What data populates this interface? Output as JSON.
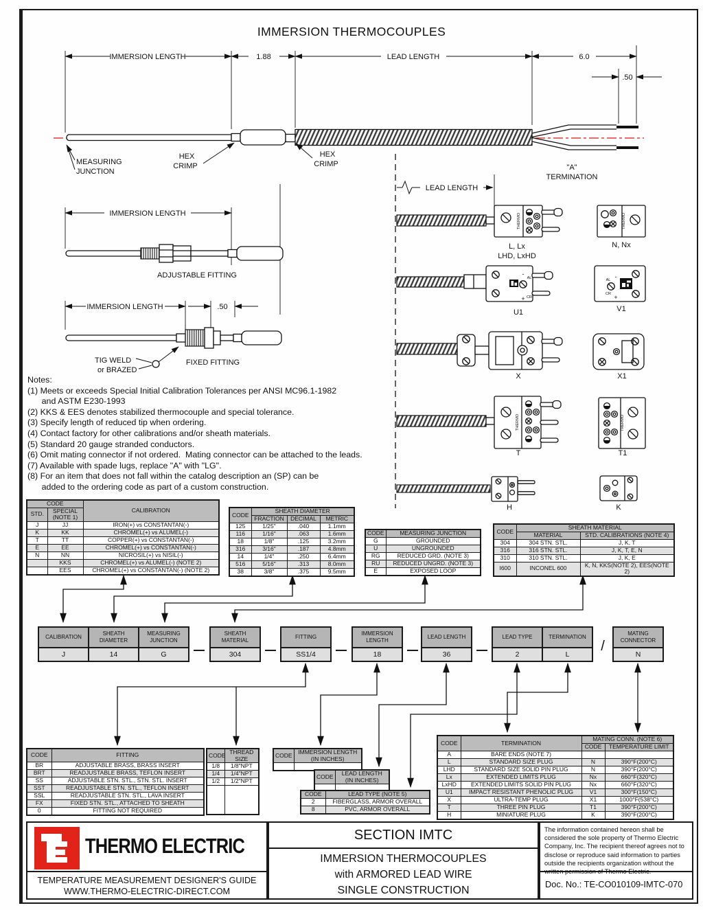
{
  "title": "IMMERSION THERMOCOUPLES",
  "colors": {
    "centerline_red": "#e53935",
    "logo_red": "#e2231a",
    "table_header_gray": "#bcbcbc",
    "row_stripe_gray": "#e2e2e2",
    "box_header_gray": "#b5b5b5",
    "box_value_gray": "#dfdfdf"
  },
  "diagram": {
    "dims": {
      "immersion_length": "IMMERSION LENGTH",
      "crimp_length": "1.88",
      "lead_length": "LEAD LENGTH",
      "termination_length": "6.0",
      "bare_tip": ".50",
      "lead_length_connectors": "LEAD  LENGTH",
      "immersion_length_adjustable": "IMMERSION LENGTH",
      "immersion_length_fixed": "IMMERSION LENGTH",
      "bare_tip_fixed": ".50"
    },
    "labels": {
      "measuring_junction_1": "MEASURING",
      "measuring_junction_2": "JUNCTION",
      "hex_1": "HEX",
      "crimp_1": "CRIMP",
      "hex_2": "HEX",
      "crimp_2": "CRIMP",
      "a_termination_1": "\"A\"",
      "a_termination_2": "TERMINATION",
      "adjustable_fitting": "ADJUSTABLE FITTING",
      "fixed_fitting": "FIXED FITTING",
      "tig_weld_1": "TIG WELD",
      "tig_weld_2": "or BRAZED",
      "thermo_brand": "THERMO",
      "al": "AL",
      "cr": "CR",
      "plus": "+",
      "minus": "-"
    },
    "connector_labels": {
      "std_plug_1": "L, Lx",
      "std_plug_2": "LHD, LxHD",
      "std_jack": "N, Nx",
      "phenolic_plug": "U1",
      "phenolic_jack": "V1",
      "ultra_plug": "X",
      "ultra_jack": "X1",
      "three_pin_plug": "T",
      "three_pin_jack": "T1",
      "mini_plug": "H",
      "mini_jack": "K"
    }
  },
  "notes": {
    "heading": "Notes:",
    "items": [
      "(1) Meets or exceeds Special Initial Calibration Tolerances per ANSI MC96.1-1982\n      and ASTM E230-1993",
      "(2) KKS & EES denotes stabilized thermocouple and special tolerance.",
      "(3) Specify length of reduced tip when ordering.",
      "(4) Contact factory for other calibrations and/or sheath materials.",
      "(5) Standard 20 gauge stranded conductors.",
      "(6) Omit mating connector if not ordered.  Mating connector can be attached to the leads.",
      "(7) Available with spade lugs, replace \"A\" with \"LG\".",
      "(8) For an item that does not fall within the catalog description an (SP) can be\n      added to the ordering code as part of a custom construction."
    ]
  },
  "calibration_table": {
    "h_code": "CODE",
    "h_std": "STD.",
    "h_special_1": "SPECIAL",
    "h_special_2": "(NOTE 1)",
    "h_cal": "CALIBRATION",
    "rows": [
      {
        "std": "J",
        "sp": "JJ",
        "cal": "IRON(+) vs CONSTANTAN(-)"
      },
      {
        "std": "K",
        "sp": "KK",
        "cal": "CHROMEL(+) vs ALUMEL(-)"
      },
      {
        "std": "T",
        "sp": "TT",
        "cal": "COPPER(+) vs CONSTANTAN(-)"
      },
      {
        "std": "E",
        "sp": "EE",
        "cal": "CHROMEL(+) vs CONSTANTAN(-)"
      },
      {
        "std": "N",
        "sp": "NN",
        "cal": "NICROSIL(+) vs NISIL(-)"
      },
      {
        "std": "",
        "sp": "KKS",
        "cal": "CHROMEL(+) vs ALUMEL(-) (NOTE 2)"
      },
      {
        "std": "",
        "sp": "EES",
        "cal": "CHROMEL(+) vs CONSTANTAN(-) (NOTE 2)"
      }
    ]
  },
  "sheath_diameter_table": {
    "h_code": "CODE",
    "h_group": "SHEATH DIAMETER",
    "h_fraction": "FRACTION",
    "h_decimal": "DECIMAL",
    "h_metric": "METRIC",
    "rows": [
      {
        "code": "125",
        "fr": "1/25\"",
        "dec": ".040",
        "met": "1.1mm"
      },
      {
        "code": "116",
        "fr": "1/16\"",
        "dec": ".063",
        "met": "1.6mm"
      },
      {
        "code": "18",
        "fr": "1/8\"",
        "dec": ".125",
        "met": "3.2mm"
      },
      {
        "code": "316",
        "fr": "3/16\"",
        "dec": ".187",
        "met": "4.8mm"
      },
      {
        "code": "14",
        "fr": "1/4\"",
        "dec": ".250",
        "met": "6.4mm"
      },
      {
        "code": "516",
        "fr": "5/16\"",
        "dec": ".313",
        "met": "8.0mm"
      },
      {
        "code": "38",
        "fr": "3/8\"",
        "dec": ".375",
        "met": "9.5mm"
      }
    ]
  },
  "measuring_junction_table": {
    "h_code": "CODE",
    "h_mj": "MEASURING JUNCTION",
    "rows": [
      {
        "code": "G",
        "mj": "GROUNDED"
      },
      {
        "code": "U",
        "mj": "UNGROUNDED"
      },
      {
        "code": "RG",
        "mj": "REDUCED GRD. (NOTE 3)"
      },
      {
        "code": "RU",
        "mj": "REDUCED UNGRD. (NOTE 3)"
      },
      {
        "code": "E",
        "mj": "EXPOSED LOOP"
      }
    ]
  },
  "sheath_material_table": {
    "h_code": "CODE",
    "h_group": "SHEATH MATERIAL",
    "h_material": "MATERIAL",
    "h_cal": "STD. CALIBRATIONS (NOTE 4)",
    "rows": [
      {
        "code": "304",
        "mat": "304 STN. STL.",
        "cal": "J, K, T"
      },
      {
        "code": "316",
        "mat": "316 STN. STL.",
        "cal": "J, K, T, E, N"
      },
      {
        "code": "310",
        "mat": "310 STN. STL.",
        "cal": "J, K, E"
      },
      {
        "code": "I600",
        "mat": "INCONEL 600",
        "cal": "K, N, KKS(NOTE 2), EES(NOTE 2)"
      }
    ]
  },
  "ordering": {
    "separator": "—",
    "slash": "/",
    "boxes": [
      {
        "label": "CALIBRATION",
        "value": "J"
      },
      {
        "label": "SHEATH DIAMETER",
        "value": "14"
      },
      {
        "label": "MEASURING JUNCTION",
        "value": "G"
      },
      {
        "label": "SHEATH MATERIAL",
        "value": "304"
      },
      {
        "label": "FITTING",
        "value": "SS1/4"
      },
      {
        "label": "IMMERSION LENGTH",
        "value": "18"
      },
      {
        "label": "LEAD LENGTH",
        "value": "36"
      },
      {
        "label": "LEAD TYPE",
        "value": "2"
      },
      {
        "label": "TERMINATION",
        "value": "L"
      },
      {
        "label": "MATING CONNECTOR",
        "value": "N"
      }
    ]
  },
  "fitting_table": {
    "h_code": "CODE",
    "h_fitting": "FITTING",
    "rows": [
      {
        "code": "BR",
        "fit": "ADJUSTABLE BRASS, BRASS INSERT"
      },
      {
        "code": "BRT",
        "fit": "READJUSTABLE BRASS, TEFLON INSERT"
      },
      {
        "code": "SS",
        "fit": "ADJUSTABLE STN. STL., STN. STL. INSERT"
      },
      {
        "code": "SST",
        "fit": "READJUSTABLE STN. STL., TEFLON INSERT"
      },
      {
        "code": "SSL",
        "fit": "READJUSTABLE STN. STL., LAVA INSERT"
      },
      {
        "code": "FX",
        "fit": "FIXED STN. STL., ATTACHED TO SHEATH"
      },
      {
        "code": "0",
        "fit": "FITTING NOT REQUIRED"
      }
    ]
  },
  "thread_table": {
    "h_code": "CODE",
    "h_thread_1": "THREAD",
    "h_thread_2": "SIZE",
    "rows": [
      {
        "code": "1/8",
        "size": "1/8\"NPT"
      },
      {
        "code": "1/4",
        "size": "1/4\"NPT"
      },
      {
        "code": "1/2",
        "size": "1/2\"NPT"
      }
    ]
  },
  "immersion_length_table": {
    "h_code": "CODE",
    "h_l1": "IMMERSION LENGTH",
    "h_l2": "(IN INCHES)"
  },
  "lead_length_table": {
    "h_code": "CODE",
    "h_l1": "LEAD LENGTH",
    "h_l2": "(IN INCHES)"
  },
  "lead_type_table": {
    "h_code": "CODE",
    "h_lt": "LEAD TYPE (NOTE 5)",
    "rows": [
      {
        "code": "2",
        "lt": "FIBERGLASS, ARMOR OVERALL"
      },
      {
        "code": "8",
        "lt": "PVC, ARMOR OVERALL"
      }
    ]
  },
  "termination_table": {
    "h_code": "CODE",
    "h_term": "TERMINATION",
    "h_mating": "MATING CONN. (NOTE 6)",
    "h_mcode": "CODE",
    "h_temp": "TEMPERATURE LIMIT",
    "rows": [
      {
        "code": "A",
        "term": "BARE ENDS (NOTE 7)",
        "mc": "",
        "temp": ""
      },
      {
        "code": "L",
        "term": "STANDARD SIZE PLUG",
        "mc": "N",
        "temp": "390°F(200°C)"
      },
      {
        "code": "LHD",
        "term": "STANDARD SIZE SOLID PIN PLUG",
        "mc": "N",
        "temp": "390°F(200°C)"
      },
      {
        "code": "Lx",
        "term": "EXTENDED LIMITS PLUG",
        "mc": "Nx",
        "temp": "660°F(320°C)"
      },
      {
        "code": "LxHD",
        "term": "EXTENDED LIMITS SOLID PIN PLUG",
        "mc": "Nx",
        "temp": "660°F(320°C)"
      },
      {
        "code": "U1",
        "term": "IMPACT RESISTANT PHENOLIC PLUG",
        "mc": "V1",
        "temp": "300°F(150°C)"
      },
      {
        "code": "X",
        "term": "ULTRA-TEMP PLUG",
        "mc": "X1",
        "temp": "1000°F(538°C)"
      },
      {
        "code": "T",
        "term": "THREE PIN PLUG",
        "mc": "T1",
        "temp": "390°F(200°C)"
      },
      {
        "code": "H",
        "term": "MINIATURE PLUG",
        "mc": "K",
        "temp": "390°F(200°C)"
      }
    ]
  },
  "footer": {
    "brand": "THERMO ELECTRIC",
    "guide_line1": "TEMPERATURE MEASUREMENT DESIGNER'S GUIDE",
    "guide_line2": "WWW.THERMO-ELECTRIC-DIRECT.COM",
    "section": "SECTION IMTC",
    "subtitle_1": "IMMERSION THERMOCOUPLES",
    "subtitle_2": "with ARMORED LEAD WIRE",
    "subtitle_3": "SINGLE CONSTRUCTION",
    "legal": "The information contained hereon shall be considered the sole property of Thermo Electric Company, Inc. The recipient thereof agrees not to disclose or reproduce said information to parties outside the recipients organization without the written permission of Thermo Electric.",
    "doc_no": "Doc. No.: TE-CO010109-IMTC-070"
  }
}
